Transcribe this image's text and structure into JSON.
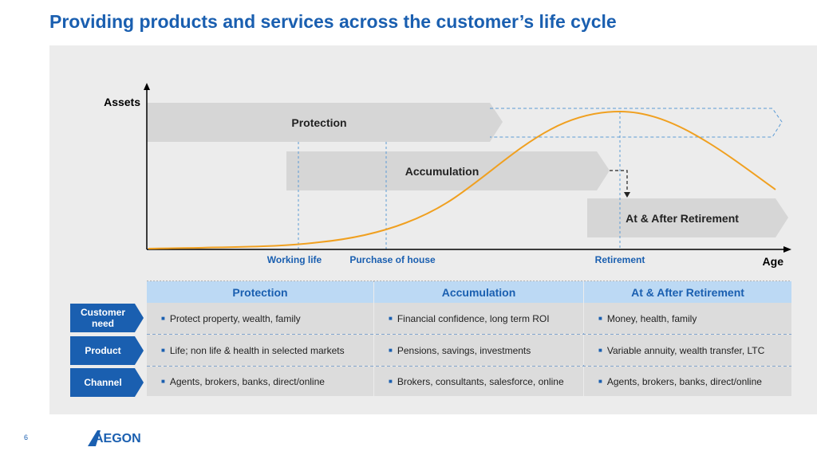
{
  "title": "Providing products and services across the customer’s life cycle",
  "diagram": {
    "y_axis_label": "Assets",
    "x_axis_label": "Age",
    "bands": {
      "protection": "Protection",
      "accumulation": "Accumulation",
      "retirement": "At & After Retirement"
    },
    "milestones": {
      "working_life": "Working life",
      "purchase_of_house": "Purchase of house",
      "retirement": "Retirement"
    }
  },
  "table": {
    "columns": [
      "Protection",
      "Accumulation",
      "At & After Retirement"
    ],
    "rows": [
      {
        "label": "Customer need",
        "cells": [
          "Protect property, wealth, family",
          "Financial confidence, long term ROI",
          "Money, health, family"
        ]
      },
      {
        "label": "Product",
        "cells": [
          "Life; non life & health in selected markets",
          "Pensions, savings, investments",
          "Variable annuity, wealth transfer, LTC"
        ]
      },
      {
        "label": "Channel",
        "cells": [
          "Agents, brokers, banks, direct/online",
          "Brokers, consultants, salesforce, online",
          "Agents, brokers, banks, direct/online"
        ]
      }
    ]
  },
  "footer": {
    "page_number": "6",
    "logo_text": "AEGON"
  },
  "colors": {
    "brand_blue": "#1a5fb0",
    "curve_orange": "#f0a020",
    "band_gray": "#d6d6d6",
    "header_blue": "#bcd9f4"
  }
}
